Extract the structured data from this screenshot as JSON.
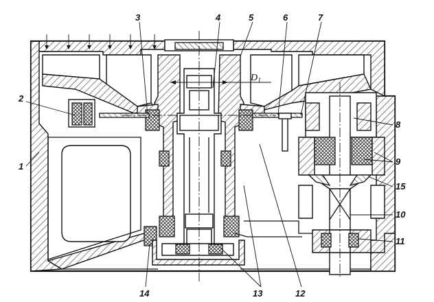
{
  "drawing": {
    "callouts": [
      "1",
      "2",
      "3",
      "4",
      "5",
      "6",
      "7",
      "8",
      "9",
      "10",
      "11",
      "12",
      "13",
      "14",
      "15"
    ],
    "dimension_label": "D",
    "dimension_subscript": "1"
  }
}
